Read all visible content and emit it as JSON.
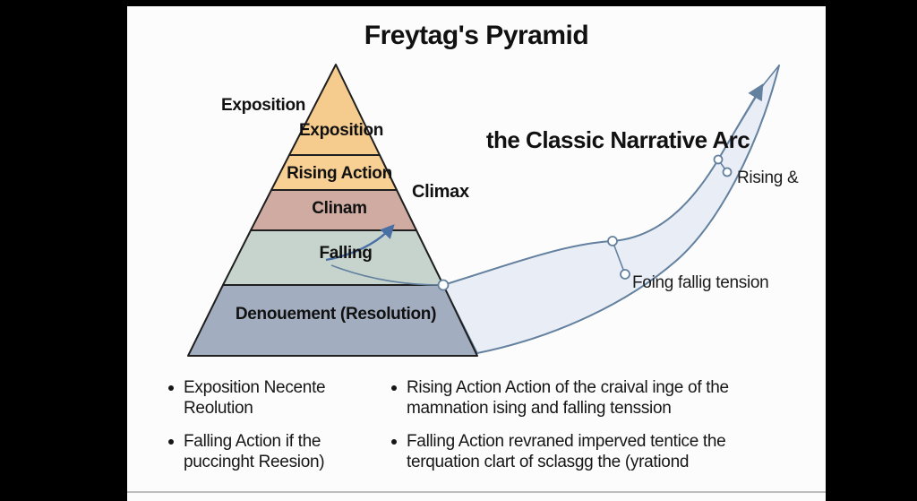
{
  "title": "Freytag's Pyramid",
  "arc_title": "the Classic Narrative Arc",
  "colors": {
    "letterbox": "#000000",
    "slide_bg": "#fcfcfc",
    "pyramid_stroke": "#1f1f1f",
    "ribbon_fill": "#e9eef6",
    "ribbon_stroke": "#64819f",
    "arrow": "#4a6fa5",
    "text": "#111111"
  },
  "pyramid": {
    "left_label": "Exposition",
    "right_label": "Climax",
    "layers": [
      {
        "label": "Exposition",
        "color": "#f6cc8e"
      },
      {
        "label": "Rising Action",
        "color": "#f8d093"
      },
      {
        "label": "Clinam",
        "color": "#cfaba1"
      },
      {
        "label": "Falling",
        "color": "#c6d4cd"
      },
      {
        "label": "Denouement (Resolution)",
        "color": "#a2adbf"
      }
    ]
  },
  "arc_labels": {
    "rising": "Rising &",
    "falling": "Foing fallig tension"
  },
  "bullets": {
    "left": [
      "Exposition Necente Reolution",
      "Falling Action if the puccinght Reesion)"
    ],
    "right": [
      "Rising Action Action of the craival inge of the mamnation ising and falling tenssion",
      "Falling Action revraned imperved tentice the terquation clart of sclasgg the (yrationd"
    ]
  }
}
